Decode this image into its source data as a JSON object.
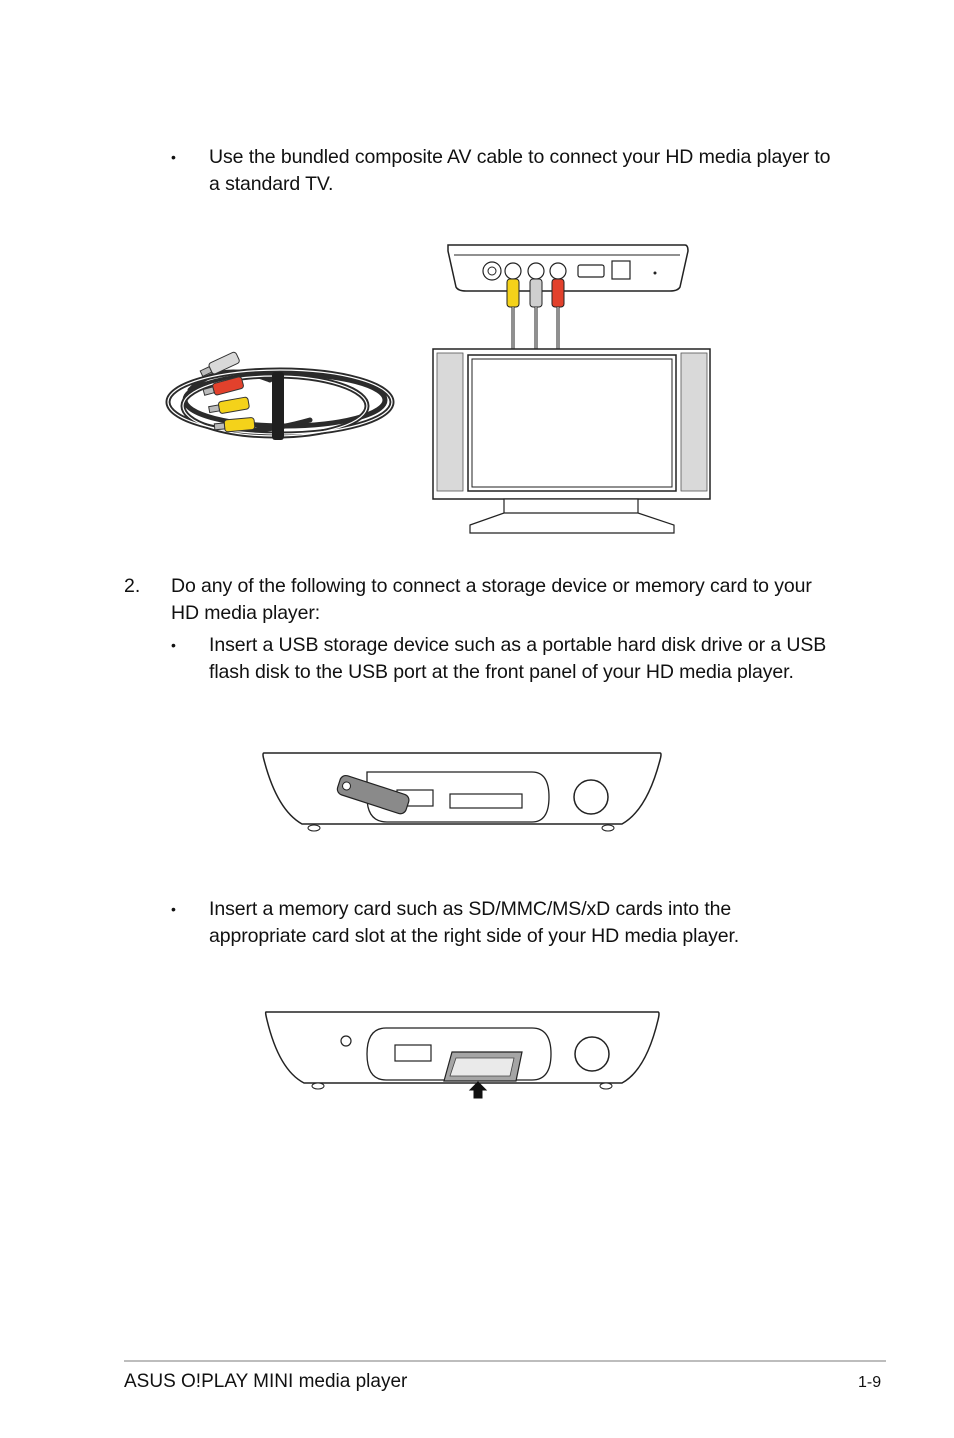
{
  "content": {
    "bullet_symbol": "•",
    "av_cable": {
      "line1": "Use the bundled composite AV cable to connect your HD media player to",
      "line2": "a standard TV."
    },
    "step2": {
      "number": "2.",
      "line1": "Do any of the following to connect a storage device or memory card to your",
      "line2": "HD media player:"
    },
    "usb": {
      "line1": "Insert a USB storage device such as a portable hard disk drive or a USB",
      "line2": "flash disk to the USB port at the front panel of your HD media player."
    },
    "card": {
      "line1": "Insert a memory card such as SD/MMC/MS/xD cards into the",
      "line2": "appropriate card slot at the right side of your HD media player."
    }
  },
  "footer": {
    "product": "ASUS O!PLAY MINI media player",
    "page": "1-9"
  },
  "colors": {
    "rca_yellow": "#f4d21a",
    "rca_white": "#cfcfcf",
    "rca_red": "#e2412c",
    "cable_black": "#2b2b2b",
    "rule_gray": "#bdbdbd"
  },
  "icons": {
    "bullet": "bullet-dot",
    "upload_arrow": "up-arrow-icon"
  }
}
